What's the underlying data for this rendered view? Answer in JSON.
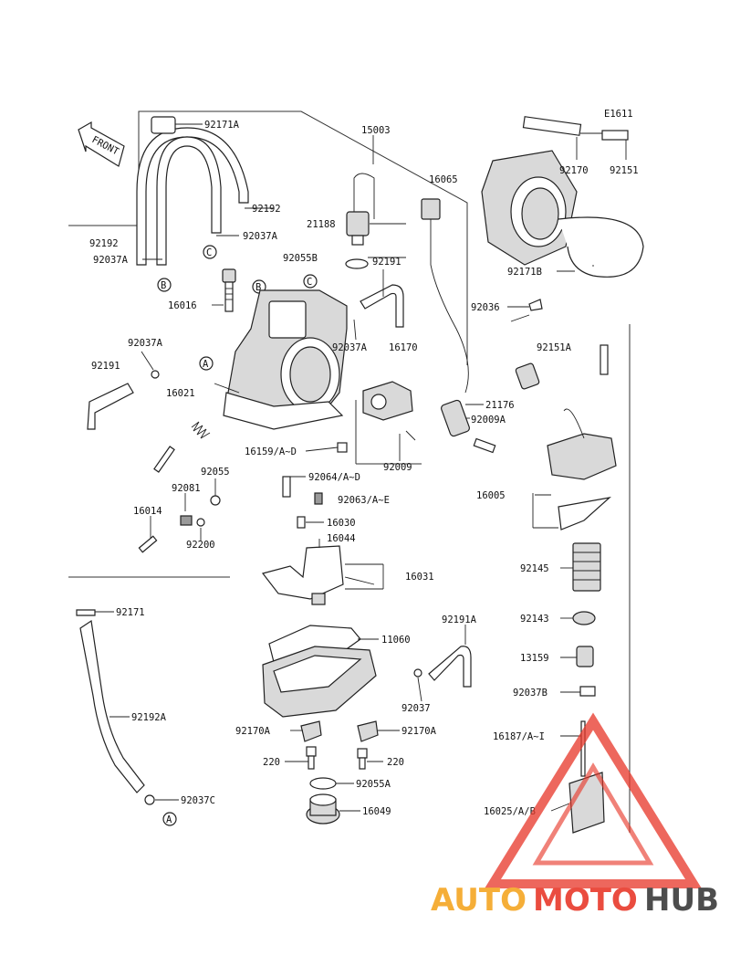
{
  "diagram": {
    "ref_code": "E1611",
    "front_label": "FRONT",
    "circle_refs": [
      "A",
      "B",
      "C"
    ],
    "labels": {
      "p92171A": "92171A",
      "p15003": "15003",
      "p16065": "16065",
      "p92192_top": "92192",
      "p92192_left": "92192",
      "p92037A_c": "92037A",
      "p92037A_left": "92037A",
      "p21188": "21188",
      "p92055B": "92055B",
      "p92191_top": "92191",
      "p16016": "16016",
      "p92037A_mid": "92037A",
      "p16170": "16170",
      "p92037A_l2": "92037A",
      "p92191_left": "92191",
      "p16021": "16021",
      "p21176": "21176",
      "p92009A": "92009A",
      "p16159": "16159/A~D",
      "p92009": "92009",
      "p92055": "92055",
      "p92064": "92064/A~D",
      "p92081": "92081",
      "p92063": "92063/A~E",
      "p16014": "16014",
      "p16030": "16030",
      "p16044": "16044",
      "p92200": "92200",
      "p16031": "16031",
      "p92171": "92171",
      "p11060": "11060",
      "p92191A": "92191A",
      "p92037": "92037",
      "p92192A": "92192A",
      "p92170A_l": "92170A",
      "p92170A_r": "92170A",
      "p220_l": "220",
      "p220_r": "220",
      "p92055A": "92055A",
      "p92037C": "92037C",
      "p16049": "16049",
      "p92170": "92170",
      "p92151": "92151",
      "p92171B": "92171B",
      "p92036": "92036",
      "p92151A": "92151A",
      "p16005": "16005",
      "p92145": "92145",
      "p92143": "92143",
      "p13159": "13159",
      "p92037B": "92037B",
      "p16187": "16187/A~I",
      "p16025": "16025/A/B"
    }
  },
  "watermark": {
    "part1": "AUTO",
    "part2": "MOTO",
    "part3": "HUB",
    "colors": {
      "auto": "#f5a623",
      "moto": "#e8392b",
      "hub": "#3a3a3a",
      "triangle": "#e8392b"
    }
  }
}
